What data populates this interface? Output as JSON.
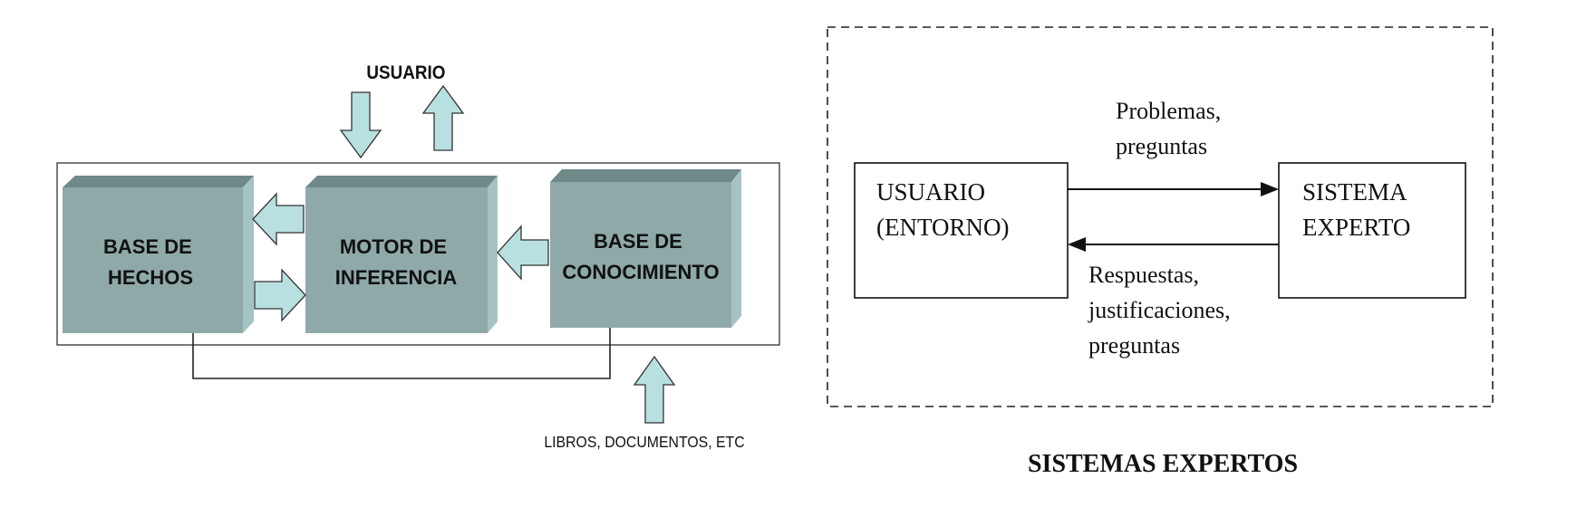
{
  "left_diagram": {
    "user_label": "USUARIO",
    "blocks": {
      "base_hechos": [
        "BASE DE",
        "HECHOS"
      ],
      "motor_inferencia": [
        "MOTOR DE",
        "INFERENCIA"
      ],
      "base_conocimiento": [
        "BASE DE",
        "CONOCIMIENTO"
      ]
    },
    "sources_label": "LIBROS, DOCUMENTOS, ETC"
  },
  "right_diagram": {
    "usuario_box": [
      "USUARIO",
      "(ENTORNO)"
    ],
    "sistema_box": [
      "SISTEMA",
      "EXPERTO"
    ],
    "top_label": [
      "Problemas,",
      "preguntas"
    ],
    "bottom_label": [
      "Respuestas,",
      "justificaciones,",
      "preguntas"
    ],
    "caption": "SISTEMAS EXPERTOS"
  },
  "colors": {
    "block_face": "#8fa9a9",
    "block_top": "#6f8888",
    "block_side": "#a6c3c3",
    "arrow_fill": "#b9e0e0"
  }
}
